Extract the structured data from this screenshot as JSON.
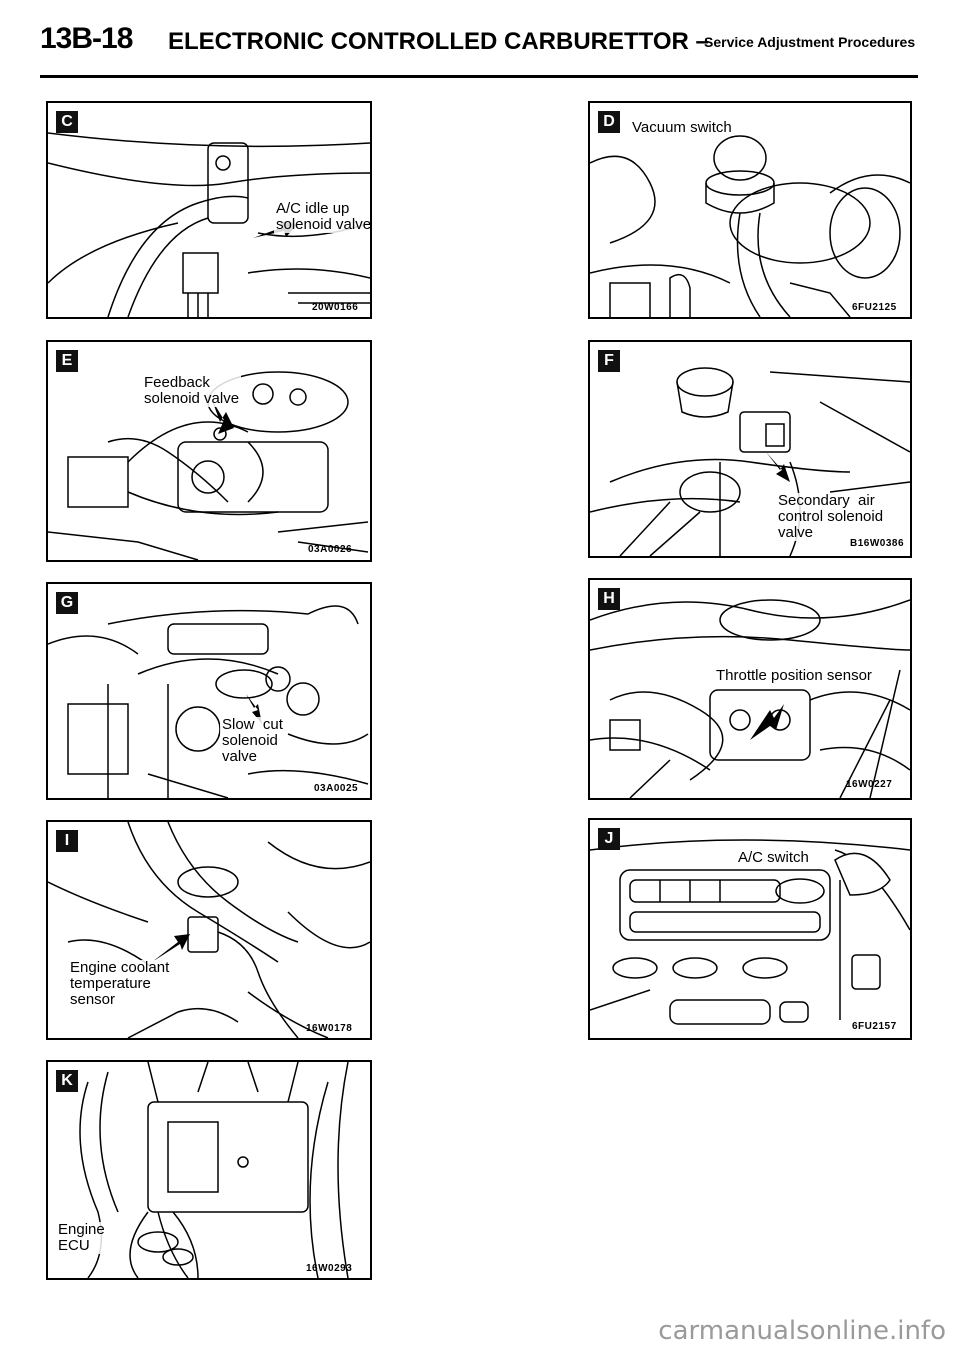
{
  "header": {
    "page_number": "13B-18",
    "title": "ELECTRONIC CONTROLLED CARBURETTOR",
    "separator": "–",
    "subtitle": "Service Adjustment Procedures"
  },
  "panels": [
    {
      "id": "C",
      "label": "A/C idle up\nsolenoid valve",
      "code": "20W0166"
    },
    {
      "id": "D",
      "label": "Vacuum switch",
      "code": "6FU2125"
    },
    {
      "id": "E",
      "label": "Feedback\nsolenoid valve",
      "code": "03A0026"
    },
    {
      "id": "F",
      "label": "Secondary  air\ncontrol solenoid\nvalve",
      "code": "B16W0386"
    },
    {
      "id": "G",
      "label": "Slow  cut\nsolenoid\nvalve",
      "code": "03A0025"
    },
    {
      "id": "H",
      "label": "Throttle position sensor",
      "code": "16W0227"
    },
    {
      "id": "I",
      "label": "Engine coolant\ntemperature\nsensor",
      "code": "16W0178"
    },
    {
      "id": "J",
      "label": "A/C switch",
      "code": "6FU2157"
    },
    {
      "id": "K",
      "label": "Engine\nECU",
      "code": "16W0293"
    }
  ],
  "watermark": "carmanualsonline.info"
}
